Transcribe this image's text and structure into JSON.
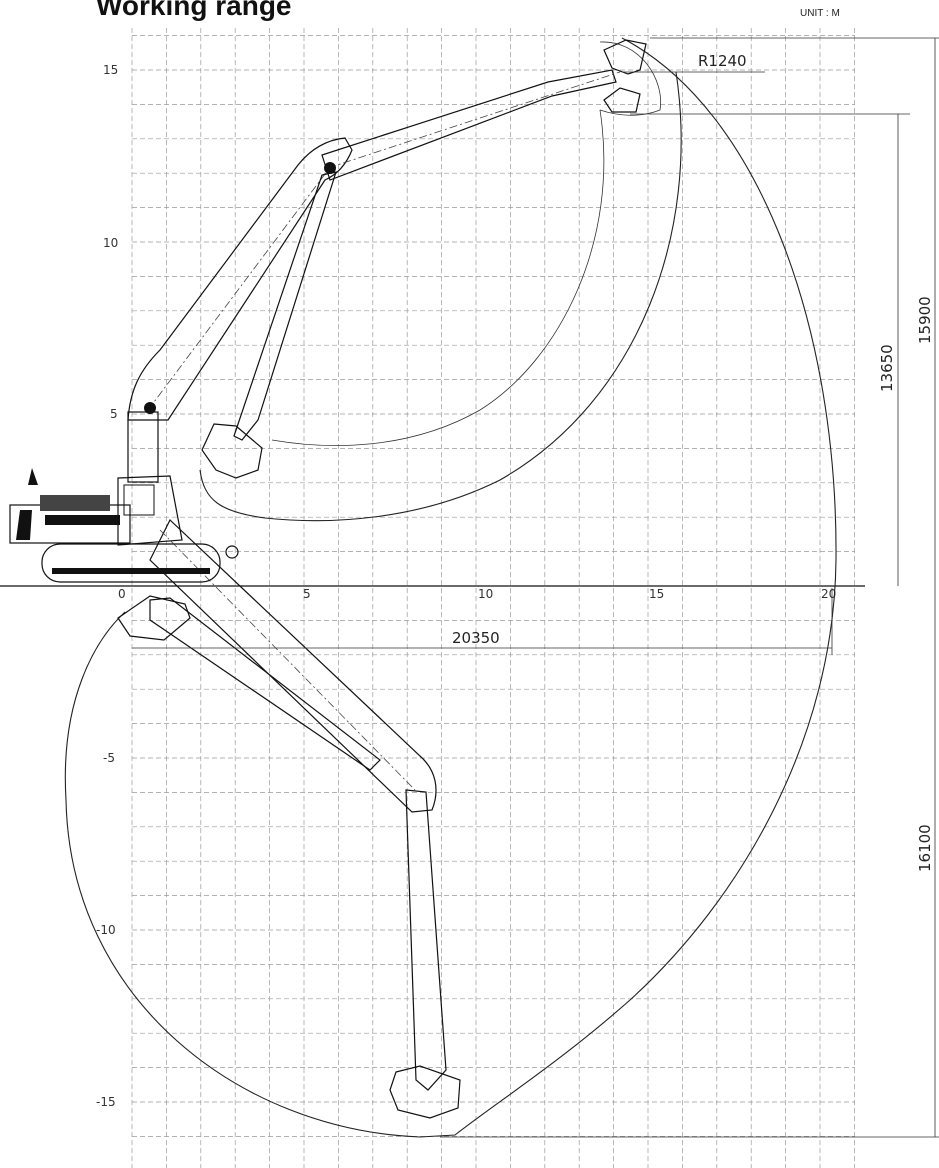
{
  "title": "Working range",
  "unit_label": "UNIT : M",
  "axes": {
    "x_ticks": [
      "0",
      "5",
      "10",
      "15",
      "20"
    ],
    "y_ticks": [
      "15",
      "10",
      "5",
      "-5",
      "-10",
      "-15"
    ]
  },
  "dimensions": {
    "max_reach_height": "15900",
    "max_dump_height": "13650",
    "max_dig_depth": "16100",
    "max_reach": "20350",
    "bucket_radius": "R1240"
  },
  "icons": [
    "excavator-icon",
    "bucket-icon"
  ]
}
